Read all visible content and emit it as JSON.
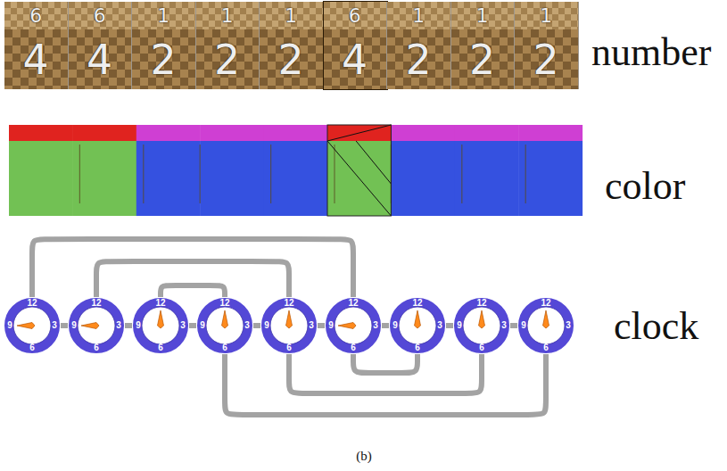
{
  "diagram": {
    "caption": "(b)",
    "nodes": [
      {
        "text": [
          "6",
          "4"
        ]
      },
      {
        "text": [
          "6",
          "4"
        ]
      },
      {
        "text": [
          "1",
          "2"
        ]
      },
      {
        "text": [
          "1",
          "2"
        ]
      },
      {
        "text": [
          "1",
          "2"
        ]
      },
      {
        "text": [
          "6",
          "4"
        ]
      },
      {
        "text": [
          "1",
          "2"
        ]
      },
      {
        "text": [
          "1",
          "2"
        ]
      },
      {
        "text": [
          "1",
          "2"
        ]
      },
      {
        "text": [
          "12",
          "9",
          "3",
          "6"
        ]
      },
      {
        "text": [
          "12",
          "9",
          "3",
          "6"
        ]
      },
      {
        "text": [
          "12",
          "9",
          "3",
          "6"
        ]
      },
      {
        "text": [
          "12",
          "9",
          "3",
          "6"
        ]
      },
      {
        "text": [
          "12",
          "9",
          "3",
          "6"
        ]
      },
      {
        "text": [
          "12",
          "9",
          "3",
          "6"
        ]
      },
      {
        "text": [
          "12",
          "9",
          "3",
          "6"
        ]
      },
      {
        "text": [
          "12",
          "9",
          "3",
          "6"
        ]
      },
      {
        "text": [
          "12",
          "9",
          "3",
          "6"
        ]
      }
    ],
    "edges": [
      {
        "from": 9,
        "to": 10,
        "arrow": "none"
      },
      {
        "from": 10,
        "to": 11,
        "arrow": "none"
      },
      {
        "from": 11,
        "to": 12,
        "arrow": "none"
      },
      {
        "from": 12,
        "to": 13,
        "arrow": "none"
      },
      {
        "from": 13,
        "to": 14,
        "arrow": "none"
      },
      {
        "from": 14,
        "to": 15,
        "arrow": "none"
      },
      {
        "from": 15,
        "to": 16,
        "arrow": "none"
      },
      {
        "from": 16,
        "to": 17,
        "arrow": "none"
      },
      {
        "from": 9,
        "to": 14,
        "arrow": "none"
      },
      {
        "from": 10,
        "to": 13,
        "arrow": "none"
      },
      {
        "from": 11,
        "to": 12,
        "arrow": "none"
      },
      {
        "from": 12,
        "to": 17,
        "arrow": "none"
      },
      {
        "from": 13,
        "to": 16,
        "arrow": "none"
      },
      {
        "from": 14,
        "to": 15,
        "arrow": "none"
      }
    ],
    "labels": [
      "number",
      "color",
      "clock"
    ]
  }
}
